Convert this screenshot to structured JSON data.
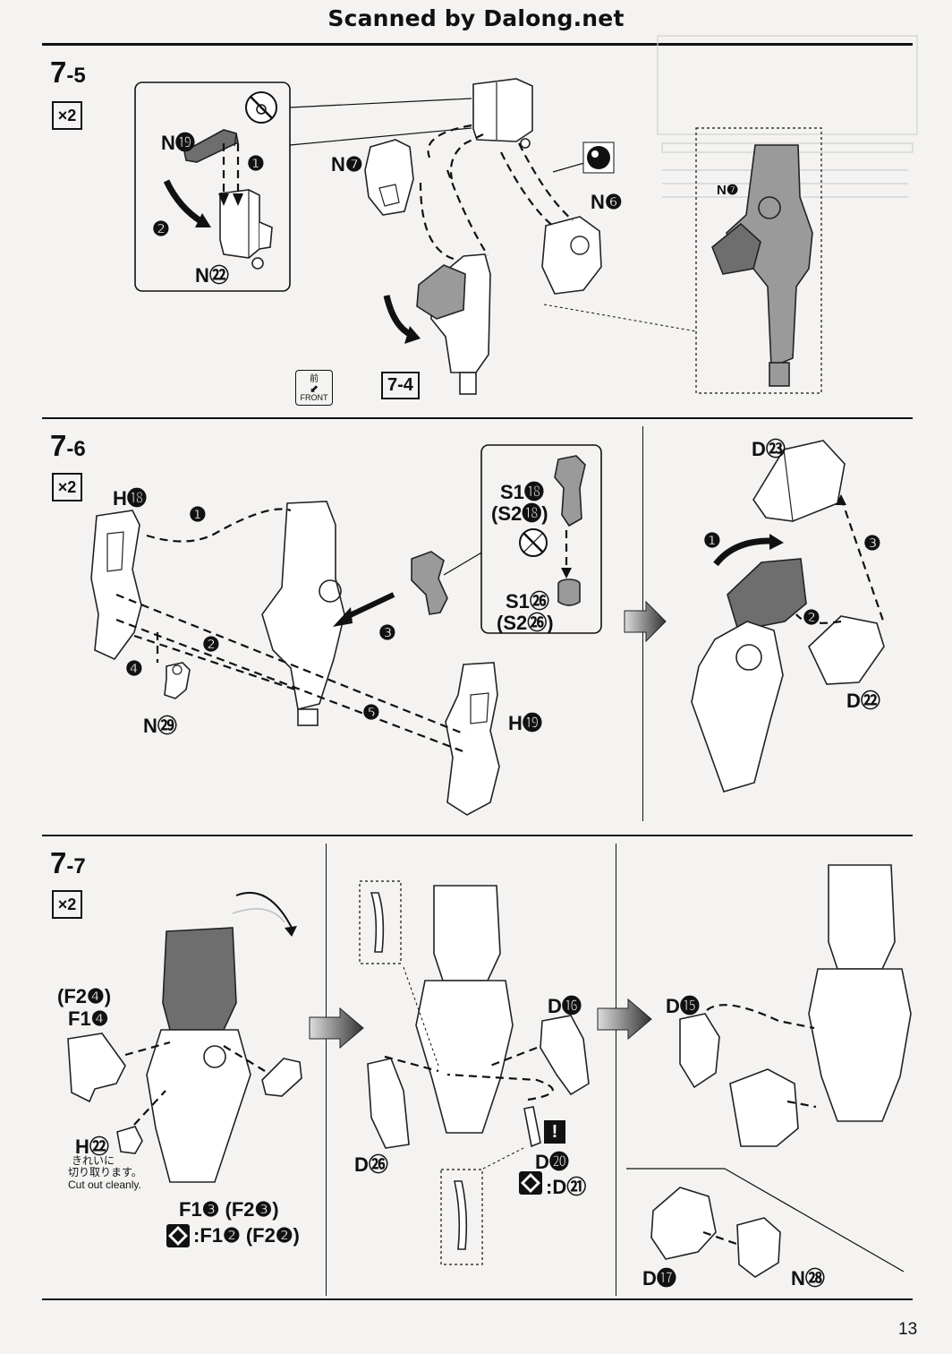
{
  "header": {
    "title": "Scanned by Dalong.net"
  },
  "page_number": "13",
  "steps": {
    "s75": {
      "number": "7",
      "sub": "-5",
      "multiplier": "×2",
      "labels": {
        "n19": "N⓳",
        "n22": "N㉒",
        "n7": "N❼",
        "n6": "N❻",
        "n7_ref": "N❼"
      },
      "markers": {
        "m1": "❶",
        "m2": "❷"
      },
      "ref_box": "7-4",
      "front_badge": {
        "jp": "前",
        "en": "FRONT"
      }
    },
    "s76": {
      "number": "7",
      "sub": "-6",
      "multiplier": "×2",
      "labels": {
        "h18": "H⓲",
        "h19": "H⓳",
        "n29": "N㉙",
        "s118": "S1⓲",
        "s218": "(S2⓲)",
        "s126": "S1㉖",
        "s226": "(S2㉖)",
        "d23": "D㉓",
        "d22": "D㉒"
      },
      "markers": {
        "m1": "❶",
        "m2": "❷",
        "m3": "❸",
        "m4": "❹",
        "m5": "❺",
        "r1": "❶",
        "r2": "❷",
        "r3": "❸"
      }
    },
    "s77": {
      "number": "7",
      "sub": "-7",
      "multiplier": "×2",
      "labels": {
        "f24": "(F2❹)",
        "f14": "F1❹",
        "h22": "H㉒",
        "cut_jp_1": "きれいに",
        "cut_jp_2": "切り取ります。",
        "cut_en": "Cut out cleanly.",
        "f13": "F1❸ (F2❸)",
        "f12": ":F1❷ (F2❷)",
        "d16": "D⓰",
        "d26": "D㉖",
        "d20": "D⓴",
        "d21": ":D㉑",
        "d15": "D⓯",
        "d17": "D⓱",
        "n28": "N㉘",
        "excl": "!"
      }
    }
  },
  "colors": {
    "ink": "#111111",
    "paper": "#f4f3f1",
    "gray_part": "#9a9a9a",
    "dark_part": "#6e6e6e"
  }
}
